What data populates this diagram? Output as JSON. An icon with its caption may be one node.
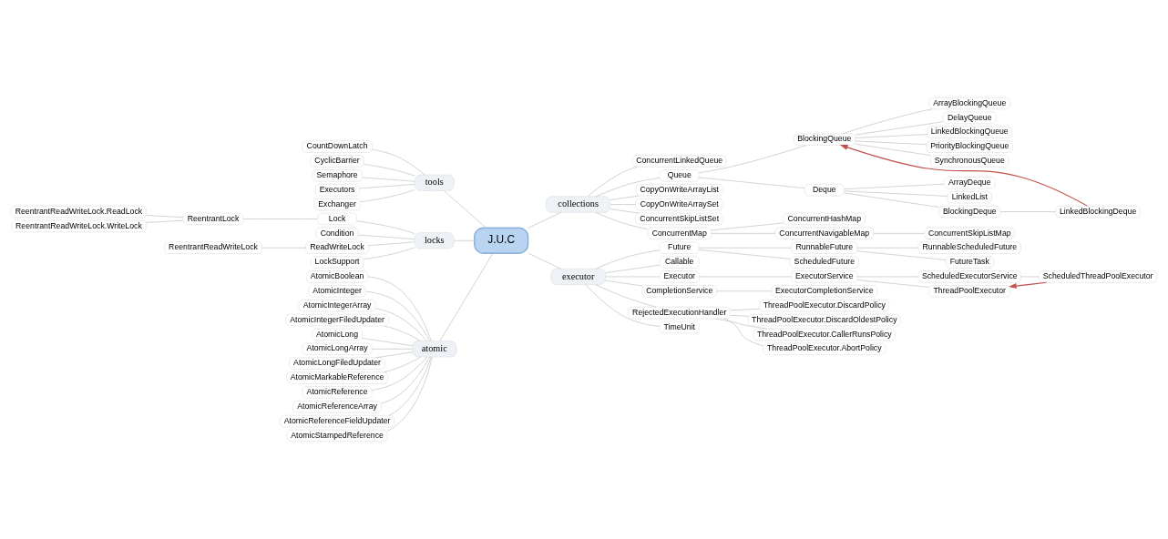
{
  "diagram": {
    "nodes": [
      {
        "text": [
          "J.U.C"
        ]
      },
      {
        "text": [
          "tools"
        ]
      },
      {
        "text": [
          "CountDownLatch"
        ]
      },
      {
        "text": [
          "CyclicBarrier"
        ]
      },
      {
        "text": [
          "Semaphore"
        ]
      },
      {
        "text": [
          "Executors"
        ]
      },
      {
        "text": [
          "Exchanger"
        ]
      },
      {
        "text": [
          "locks"
        ]
      },
      {
        "text": [
          "Lock"
        ]
      },
      {
        "text": [
          "ReentrantLock"
        ]
      },
      {
        "text": [
          "ReentrantReadWriteLock.ReadLock"
        ]
      },
      {
        "text": [
          "ReentrantReadWriteLock.WriteLock"
        ]
      },
      {
        "text": [
          "Condition"
        ]
      },
      {
        "text": [
          "ReadWriteLock"
        ]
      },
      {
        "text": [
          "ReentrantReadWriteLock"
        ]
      },
      {
        "text": [
          "LockSupport"
        ]
      },
      {
        "text": [
          "atomic"
        ]
      },
      {
        "text": [
          "AtomicBoolean"
        ]
      },
      {
        "text": [
          "AtomicInteger"
        ]
      },
      {
        "text": [
          "AtomicIntegerArray"
        ]
      },
      {
        "text": [
          "AtomicIntegerFiledUpdater"
        ]
      },
      {
        "text": [
          "AtomicLong"
        ]
      },
      {
        "text": [
          "AtomicLongArray"
        ]
      },
      {
        "text": [
          "AtomicLongFiledUpdater"
        ]
      },
      {
        "text": [
          "AtomicMarkableReference"
        ]
      },
      {
        "text": [
          "AtomicReference"
        ]
      },
      {
        "text": [
          "AtomicReferenceArray"
        ]
      },
      {
        "text": [
          "AtomicReferenceFieldUpdater"
        ]
      },
      {
        "text": [
          "AtomicStampedReference"
        ]
      },
      {
        "text": [
          "collections"
        ]
      },
      {
        "text": [
          "ConcurrentLinkedQueue"
        ]
      },
      {
        "text": [
          "Queue"
        ]
      },
      {
        "text": [
          "BlockingQueue"
        ]
      },
      {
        "text": [
          "ArrayBlockingQueue"
        ]
      },
      {
        "text": [
          "DelayQueue"
        ]
      },
      {
        "text": [
          "LinkedBlockingQueue"
        ]
      },
      {
        "text": [
          "PriorityBlockingQueue"
        ]
      },
      {
        "text": [
          "SynchronousQueue"
        ]
      },
      {
        "text": [
          "Deque"
        ]
      },
      {
        "text": [
          "ArrayDeque"
        ]
      },
      {
        "text": [
          "LinkedList"
        ]
      },
      {
        "text": [
          "BlockingDeque"
        ]
      },
      {
        "text": [
          "LinkedBlockingDeque"
        ]
      },
      {
        "text": [
          "CopyOnWriteArrayList"
        ]
      },
      {
        "text": [
          "CopyOnWriteArraySet"
        ]
      },
      {
        "text": [
          "ConcurrentSkipListSet"
        ]
      },
      {
        "text": [
          "ConcurrentMap"
        ]
      },
      {
        "text": [
          "ConcurrentHashMap"
        ]
      },
      {
        "text": [
          "ConcurrentNavigableMap"
        ]
      },
      {
        "text": [
          "ConcurrentSkipListMap"
        ]
      },
      {
        "text": [
          "executor"
        ]
      },
      {
        "text": [
          "Future"
        ]
      },
      {
        "text": [
          "RunnableFuture"
        ]
      },
      {
        "text": [
          "RunnableScheduledFuture"
        ]
      },
      {
        "text": [
          "FutureTask"
        ]
      },
      {
        "text": [
          "ScheduledFuture"
        ]
      },
      {
        "text": [
          "Callable"
        ]
      },
      {
        "text": [
          "Executor"
        ]
      },
      {
        "text": [
          "ExecutorService"
        ]
      },
      {
        "text": [
          "ScheduledExecutorService"
        ]
      },
      {
        "text": [
          "ScheduledThreadPoolExecutor"
        ]
      },
      {
        "text": [
          "ThreadPoolExecutor"
        ]
      },
      {
        "text": [
          "CompletionService"
        ]
      },
      {
        "text": [
          "ExecutorCompletionService"
        ]
      },
      {
        "text": [
          "RejectedExecutionHandler"
        ]
      },
      {
        "text": [
          "ThreadPoolExecutor.DiscardPolicy"
        ]
      },
      {
        "text": [
          "ThreadPoolExecutor.DiscardOldestPolicy"
        ]
      },
      {
        "text": [
          "ThreadPoolExecutor.CallerRunsPolicy"
        ]
      },
      {
        "text": [
          "ThreadPoolExecutor.AbortPolicy"
        ]
      },
      {
        "text": [
          "TimeUnit"
        ]
      }
    ],
    "edges": [
      {
        "from": 1,
        "to": 0,
        "arrow": "none"
      },
      {
        "from": 2,
        "to": 1,
        "arrow": "none"
      },
      {
        "from": 3,
        "to": 1,
        "arrow": "none"
      },
      {
        "from": 4,
        "to": 1,
        "arrow": "none"
      },
      {
        "from": 5,
        "to": 1,
        "arrow": "none"
      },
      {
        "from": 6,
        "to": 1,
        "arrow": "none"
      },
      {
        "from": 7,
        "to": 0,
        "arrow": "none"
      },
      {
        "from": 8,
        "to": 7,
        "arrow": "none"
      },
      {
        "from": 9,
        "to": 8,
        "arrow": "none"
      },
      {
        "from": 10,
        "to": 9,
        "arrow": "none"
      },
      {
        "from": 11,
        "to": 9,
        "arrow": "none"
      },
      {
        "from": 12,
        "to": 7,
        "arrow": "none"
      },
      {
        "from": 13,
        "to": 7,
        "arrow": "none"
      },
      {
        "from": 14,
        "to": 13,
        "arrow": "none"
      },
      {
        "from": 15,
        "to": 7,
        "arrow": "none"
      },
      {
        "from": 16,
        "to": 0,
        "arrow": "none"
      },
      {
        "from": 17,
        "to": 16,
        "arrow": "none"
      },
      {
        "from": 18,
        "to": 16,
        "arrow": "none"
      },
      {
        "from": 19,
        "to": 16,
        "arrow": "none"
      },
      {
        "from": 20,
        "to": 16,
        "arrow": "none"
      },
      {
        "from": 21,
        "to": 16,
        "arrow": "none"
      },
      {
        "from": 22,
        "to": 16,
        "arrow": "none"
      },
      {
        "from": 23,
        "to": 16,
        "arrow": "none"
      },
      {
        "from": 24,
        "to": 16,
        "arrow": "none"
      },
      {
        "from": 25,
        "to": 16,
        "arrow": "none"
      },
      {
        "from": 26,
        "to": 16,
        "arrow": "none"
      },
      {
        "from": 27,
        "to": 16,
        "arrow": "none"
      },
      {
        "from": 28,
        "to": 16,
        "arrow": "none"
      },
      {
        "from": 0,
        "to": 29,
        "arrow": "none"
      },
      {
        "from": 29,
        "to": 30,
        "arrow": "none"
      },
      {
        "from": 29,
        "to": 31,
        "arrow": "none"
      },
      {
        "from": 31,
        "to": 32,
        "arrow": "none"
      },
      {
        "from": 32,
        "to": 33,
        "arrow": "none"
      },
      {
        "from": 32,
        "to": 34,
        "arrow": "none"
      },
      {
        "from": 32,
        "to": 35,
        "arrow": "none"
      },
      {
        "from": 32,
        "to": 36,
        "arrow": "none"
      },
      {
        "from": 32,
        "to": 37,
        "arrow": "none"
      },
      {
        "from": 31,
        "to": 38,
        "arrow": "none"
      },
      {
        "from": 38,
        "to": 39,
        "arrow": "none"
      },
      {
        "from": 38,
        "to": 40,
        "arrow": "none"
      },
      {
        "from": 38,
        "to": 41,
        "arrow": "none"
      },
      {
        "from": 41,
        "to": 42,
        "arrow": "none"
      },
      {
        "from": 29,
        "to": 43,
        "arrow": "none"
      },
      {
        "from": 29,
        "to": 44,
        "arrow": "none"
      },
      {
        "from": 29,
        "to": 45,
        "arrow": "none"
      },
      {
        "from": 29,
        "to": 46,
        "arrow": "none"
      },
      {
        "from": 46,
        "to": 47,
        "arrow": "none"
      },
      {
        "from": 46,
        "to": 48,
        "arrow": "none"
      },
      {
        "from": 48,
        "to": 49,
        "arrow": "none"
      },
      {
        "from": 0,
        "to": 50,
        "arrow": "none"
      },
      {
        "from": 50,
        "to": 51,
        "arrow": "none"
      },
      {
        "from": 51,
        "to": 52,
        "arrow": "none"
      },
      {
        "from": 52,
        "to": 53,
        "arrow": "none"
      },
      {
        "from": 52,
        "to": 54,
        "arrow": "none"
      },
      {
        "from": 51,
        "to": 55,
        "arrow": "none"
      },
      {
        "from": 50,
        "to": 56,
        "arrow": "none"
      },
      {
        "from": 50,
        "to": 57,
        "arrow": "none"
      },
      {
        "from": 57,
        "to": 58,
        "arrow": "none"
      },
      {
        "from": 58,
        "to": 59,
        "arrow": "none"
      },
      {
        "from": 59,
        "to": 60,
        "arrow": "none"
      },
      {
        "from": 58,
        "to": 61,
        "arrow": "none"
      },
      {
        "from": 50,
        "to": 62,
        "arrow": "none"
      },
      {
        "from": 62,
        "to": 63,
        "arrow": "none"
      },
      {
        "from": 50,
        "to": 64,
        "arrow": "none"
      },
      {
        "from": 64,
        "to": 65,
        "arrow": "none"
      },
      {
        "from": 64,
        "to": 66,
        "arrow": "none"
      },
      {
        "from": 64,
        "to": 67,
        "arrow": "none"
      },
      {
        "from": 64,
        "to": 68,
        "arrow": "none"
      },
      {
        "from": 50,
        "to": 69,
        "arrow": "none"
      },
      {
        "from": 42,
        "to": 32,
        "arrow": "to",
        "color": "#c0504d"
      },
      {
        "from": 60,
        "to": 61,
        "arrow": "to",
        "color": "#c0504d"
      }
    ]
  }
}
